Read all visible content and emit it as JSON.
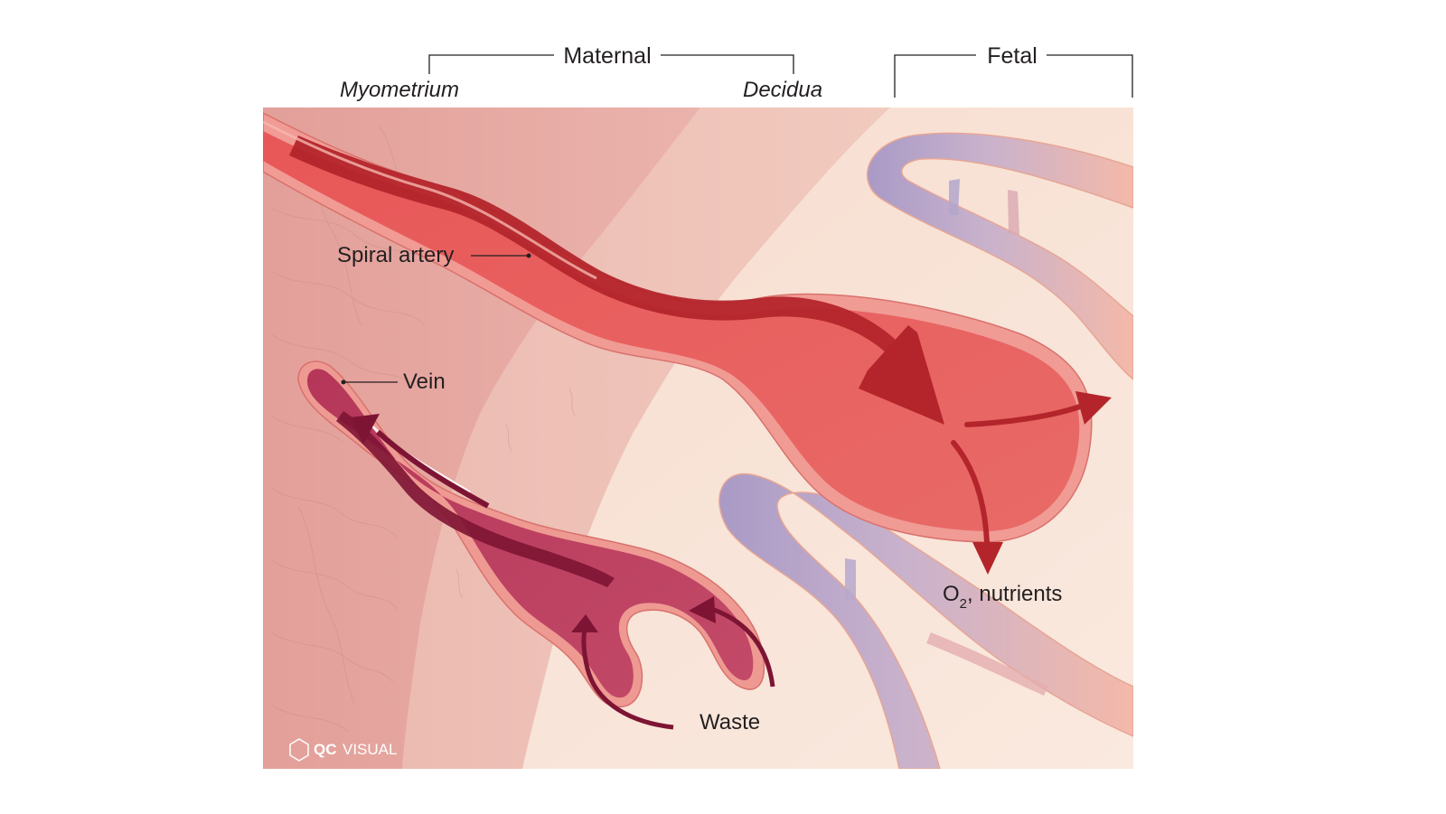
{
  "header": {
    "maternal_label": "Maternal",
    "fetal_label": "Fetal"
  },
  "layers": {
    "myometrium_label": "Myometrium",
    "decidua_label": "Decidua"
  },
  "annotations": {
    "spiral_artery": "Spiral artery",
    "vein": "Vein",
    "waste": "Waste",
    "nutrients_prefix": "O",
    "nutrients_subscript": "2",
    "nutrients_suffix": ", nutrients"
  },
  "logo": {
    "brand_bold": "QC",
    "brand_light": "VISUAL"
  },
  "colors": {
    "artery": "#e5595a",
    "artery_dark": "#b4262c",
    "vein": "#b93d5e",
    "vein_dark": "#7e1334",
    "fetal_vessel_purple": "#a898c4",
    "fetal_vessel_pink": "#f4b7a6",
    "myometrium": "#e8a9a2",
    "decidua": "#efc3bb",
    "intervillous_space": "#f8e3d6"
  }
}
